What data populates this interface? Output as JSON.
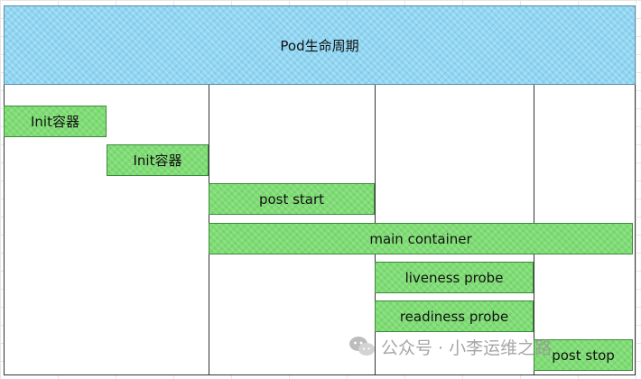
{
  "title": "Pod生命周期",
  "phases": [
    {
      "id": "init-1",
      "label": "Init容器",
      "start": 0,
      "end": 1,
      "row": 0
    },
    {
      "id": "init-2",
      "label": "Init容器",
      "start": 1,
      "end": 2,
      "row": 1
    },
    {
      "id": "post-start",
      "label": "post start",
      "start": 2,
      "end": 3.62,
      "row": 2
    },
    {
      "id": "main-container",
      "label": "main container",
      "start": 2,
      "end": 6.14,
      "row": 3
    },
    {
      "id": "liveness-probe",
      "label": "liveness probe",
      "start": 3.62,
      "end": 5.17,
      "row": 4
    },
    {
      "id": "readiness-probe",
      "label": "readiness probe",
      "start": 3.62,
      "end": 5.17,
      "row": 5
    },
    {
      "id": "post-stop",
      "label": "post stop",
      "start": 5.17,
      "end": 6.14,
      "row": 6
    }
  ],
  "dividers": [
    2,
    3.62,
    5.17
  ],
  "watermark": "公众号 · 小李运维之路",
  "colors": {
    "header_fill": "#8fd6f2",
    "phase_fill": "#7ddc72",
    "phase_border": "#3c8a3c",
    "frame_line": "#333333"
  }
}
